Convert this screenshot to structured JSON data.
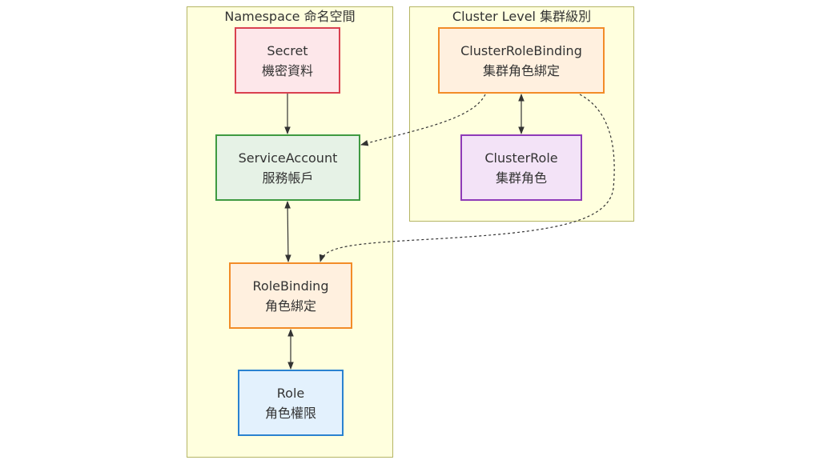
{
  "clusters": {
    "namespace": {
      "title": "Namespace 命名空間"
    },
    "cluster_level": {
      "title": "Cluster Level 集群級別"
    }
  },
  "nodes": {
    "secret": {
      "line1": "Secret",
      "line2": "機密資料",
      "fill": "#fde7ea",
      "stroke": "#d9414f"
    },
    "service_account": {
      "line1": "ServiceAccount",
      "line2": "服務帳戶",
      "fill": "#e6f2e6",
      "stroke": "#3f9a41"
    },
    "role_binding": {
      "line1": "RoleBinding",
      "line2": "角色綁定",
      "fill": "#fff0df",
      "stroke": "#f28c28"
    },
    "role": {
      "line1": "Role",
      "line2": "角色權限",
      "fill": "#e3f1fd",
      "stroke": "#2a82d0"
    },
    "cluster_role_binding": {
      "line1": "ClusterRoleBinding",
      "line2": "集群角色綁定",
      "fill": "#fff0df",
      "stroke": "#f28c28"
    },
    "cluster_role": {
      "line1": "ClusterRole",
      "line2": "集群角色",
      "fill": "#f3e3f7",
      "stroke": "#8e3ab8"
    }
  },
  "edges": [
    {
      "from": "secret",
      "to": "service_account",
      "style": "solid",
      "arrows": "end"
    },
    {
      "from": "service_account",
      "to": "role_binding",
      "style": "solid",
      "arrows": "both"
    },
    {
      "from": "role_binding",
      "to": "role",
      "style": "solid",
      "arrows": "both"
    },
    {
      "from": "cluster_role_binding",
      "to": "cluster_role",
      "style": "solid",
      "arrows": "both"
    },
    {
      "from": "cluster_role_binding",
      "to": "service_account",
      "style": "dotted",
      "arrows": "end"
    },
    {
      "from": "cluster_role_binding",
      "to": "role_binding",
      "style": "dotted",
      "arrows": "end"
    }
  ]
}
